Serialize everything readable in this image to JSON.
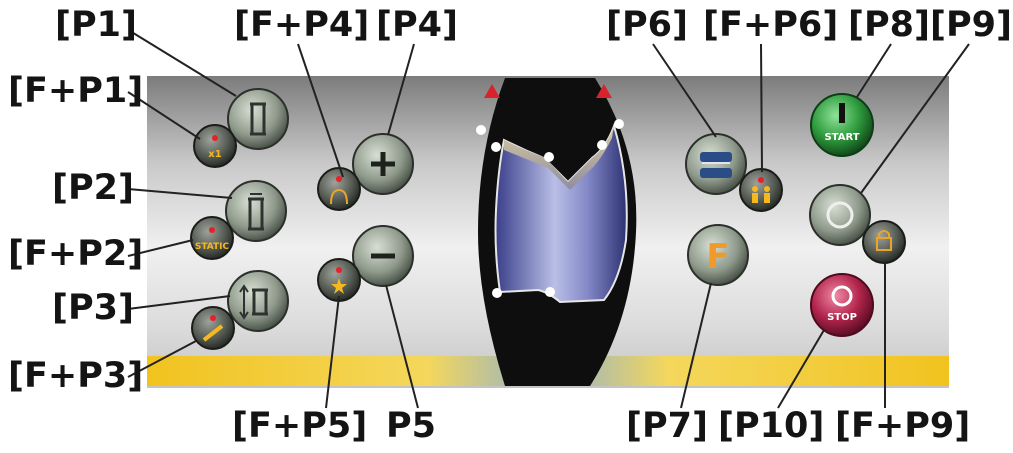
{
  "callouts": {
    "p1": "[P1]",
    "f_p1": "[F+P1]",
    "p2": "[P2]",
    "f_p2": "[F+P2]",
    "p3": "[P3]",
    "f_p3": "[F+P3]",
    "f_p4": "[F+P4]",
    "p4": "[P4]",
    "f_p5": "[F+P5]",
    "p5": "P5",
    "p6": "[P6]",
    "f_p6": "[F+P6]",
    "p7": "[P7]",
    "p8": "[P8]",
    "p9": "[P9]",
    "p10": "[P10]",
    "f_p9": "[F+P9]"
  },
  "buttons": {
    "x1_label": "x1",
    "static_label": "STATIC",
    "f_label": "F",
    "start_label": "START",
    "stop_label": "STOP"
  },
  "colors": {
    "panel_top": "#7f7f7f",
    "panel_mid": "#e6e6e6",
    "yellow_band": "#f2c421",
    "blue_band": "#90b0cc",
    "led_red": "#e8202a",
    "start_green": "#2e9a3c",
    "stop_pink": "#b2244c",
    "f_orange": "#ef9a2a"
  }
}
